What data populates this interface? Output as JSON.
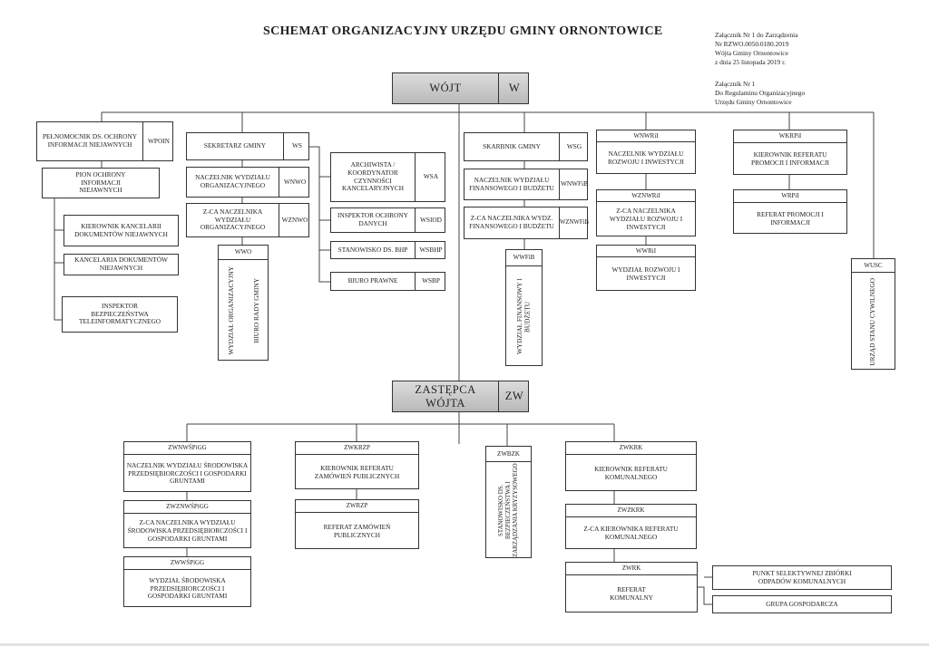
{
  "title": "SCHEMAT ORGANIZACYJNY URZĘDU GMINY ORNONTOWICE",
  "notes": {
    "n1": "Załącznik Nr 1 do Zarządzenia\nNr RZWO.0050.0180.2019\nWójta Gminy Ornontowice\nz dnia 25 listopada 2019 r.",
    "n2": "Załącznik Nr 1\nDo Regulaminu Organizacyjnego\nUrzędu Gminy Ornontowice"
  },
  "top": {
    "wojt": {
      "name": "WÓJT",
      "code": "W"
    },
    "zw": {
      "name": "ZASTĘPCA WÓJTA",
      "code": "ZW"
    }
  },
  "left": {
    "wpoin": {
      "name": "PEŁNOMOCNIK DS. OCHRONY INFORMACJI NIEJAWNYCH",
      "code": "WPOIN"
    },
    "pion": {
      "name": "PION OCHRONY INFORMACJI NIEJAWNYCH"
    },
    "kanc_kier": {
      "name": "KIEROWNIK KANCELARII DOKUMENTÓW NIEJAWNYCH"
    },
    "kanc": {
      "name": "KANCELARIA DOKUMENTÓW NIEJAWNYCH"
    },
    "insp_tele": {
      "name": "INSPEKTOR BEZPIECZEŃSTWA TELEINFORMATYCZNEGO"
    }
  },
  "ws": {
    "sekretarz": {
      "name": "SEKRETARZ GMINY",
      "code": "WS"
    },
    "wnwo": {
      "name": "NACZELNIK WYDZIAŁU ORGANIZACYJNEGO",
      "code": "WNWO"
    },
    "wznwo": {
      "name": "Z-CA NACZELNIKA WYDZIAŁU ORGANIZACYJNEGO",
      "code": "WZNWO"
    },
    "wwo": {
      "code": "WWO",
      "name": "WYDZIAŁ ORGANIZACYJNY",
      "name2": "BIURO RADY GMINY"
    },
    "wsa": {
      "name": "ARCHIWISTA / KOORDYNATOR CZYNNOŚCI KANCELARYJNYCH",
      "code": "WSA"
    },
    "wsiod": {
      "name": "INSPEKTOR OCHRONY DANYCH",
      "code": "WSIOD"
    },
    "wsbhp": {
      "name": "STANOWISKO DS. BHP",
      "code": "WSBHP"
    },
    "wsbp": {
      "name": "BIURO PRAWNE",
      "code": "WSBP"
    }
  },
  "wsg": {
    "skarbnik": {
      "name": "SKARBNIK GMINY",
      "code": "WSG"
    },
    "wnwfib": {
      "name": "NACZELNIK WYDZIAŁU FINANSOWEGO I BUDŻETU",
      "code": "WNWFiB"
    },
    "wznwfib": {
      "name": "Z-CA NACZELNIKA WYDZ. FINANSOWEGO I BUDŻETU",
      "code": "WZNWFiB"
    },
    "wwfib": {
      "code": "WWFiB",
      "name": "WYDZIAŁ FINANSOWY I BUDŻETU"
    }
  },
  "wnwri": {
    "naczelnik": {
      "code": "WNWRiI",
      "name": "NACZELNIK WYDZIAŁU ROZWOJU I INWESTYCJI"
    },
    "zca": {
      "code": "WZNWRiI",
      "name": "Z-CA NACZELNIKA WYDZIAŁU ROZWOJU I INWESTYCJI"
    },
    "wydzial": {
      "code": "WWRiI",
      "name": "WYDZIAŁ ROZWOJU I INWESTYCJI"
    }
  },
  "wkrpi": {
    "kier": {
      "code": "WKRPiI",
      "name": "KIEROWNIK REFERATU PROMOCJI I INFORMACJI"
    },
    "ref": {
      "code": "WRPiI",
      "name": "REFERAT PROMOCJI I INFORMACJI"
    }
  },
  "wusc": {
    "code": "WUSC",
    "name": "URZĄD STANU CYWILNEGO"
  },
  "zwn": {
    "nacz": {
      "code": "ZWNWŚPiGG",
      "name": "NACZELNIK WYDZIAŁU ŚRODOWISKA PRZEDSIĘBIORCZOŚCI I GOSPODARKI GRUNTAMI"
    },
    "zca": {
      "code": "ZWZNWŚPiGG",
      "name": "Z-CA NACZELNIKA WYDZIAŁU ŚRODOWISKA PRZEDSIĘBIORCZOŚCI I GOSPODARKI GRUNTAMI"
    },
    "wydz": {
      "code": "ZWWŚPiGG",
      "name": "WYDZIAŁ ŚRODOWISKA PRZEDSIĘBIORCZOŚCI I GOSPODARKI GRUNTAMI"
    }
  },
  "zwk": {
    "kier": {
      "code": "ZWKRZP",
      "name": "KIEROWNIK REFERATU ZAMÓWIEŃ PUBLICZNYCH"
    },
    "ref": {
      "code": "ZWRZP",
      "name": "REFERAT ZAMÓWIEŃ PUBLICZNYCH"
    }
  },
  "zwbzk": {
    "code": "ZWBZK",
    "name": "STANOWISKO DS. BEZPIECZEŃSTWA I ZARZĄDZANIA KRYZYSOWEGO"
  },
  "zwkom": {
    "kier": {
      "code": "ZWKRK",
      "name": "KIEROWNIK REFERATU KOMUNALNEGO"
    },
    "zca": {
      "code": "ZWZKRK",
      "name": "Z-CA KIEROWNIKA REFERATU KOMUNALNEGO"
    },
    "ref": {
      "code": "ZWRK",
      "name": "REFERAT KOMUNALNY"
    },
    "psz": {
      "name": "PUNKT SELEKTYWNEJ ZBIÓRKI ODPADÓW KOMUNALNYCH"
    },
    "grupa": {
      "name": "GRUPA GOSPODARCZA"
    }
  }
}
